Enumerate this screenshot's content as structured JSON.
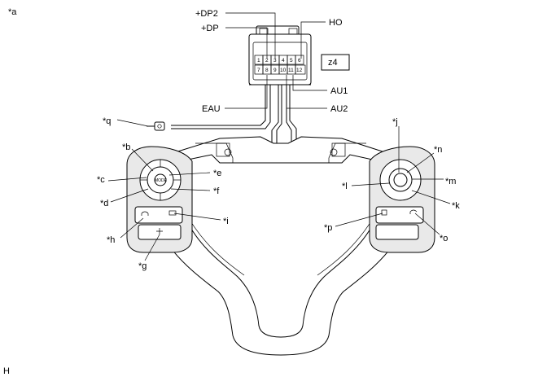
{
  "figure": {
    "corner_tag": "*a",
    "footer_tag": "H",
    "connector": {
      "code": "z4",
      "pins": [
        "1",
        "2",
        "3",
        "4",
        "5",
        "6",
        "7",
        "8",
        "9",
        "10",
        "11",
        "12"
      ]
    },
    "terminals": {
      "dp2": "+DP2",
      "dp": "+DP",
      "ho": "HO",
      "au1": "AU1",
      "au2": "AU2",
      "eau": "EAU"
    },
    "callouts": {
      "q": "*q",
      "b": "*b",
      "c": "*c",
      "d": "*d",
      "e": "*e",
      "f": "*f",
      "h": "*h",
      "g": "*g",
      "i": "*i",
      "j": "*j",
      "n": "*n",
      "m": "*m",
      "l": "*l",
      "k": "*k",
      "p": "*p",
      "o": "*o"
    }
  }
}
